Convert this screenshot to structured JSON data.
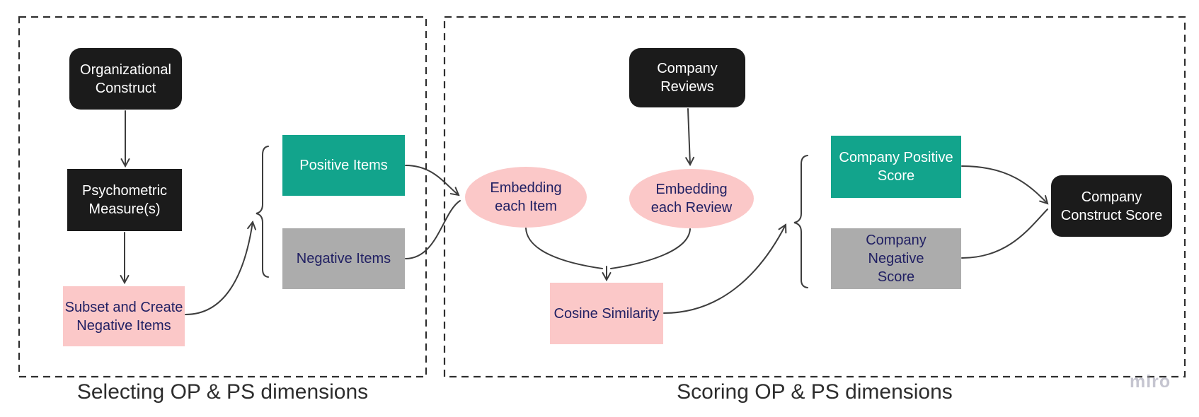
{
  "panels": [
    {
      "caption": "Selecting OP & PS dimensions"
    },
    {
      "caption": "Scoring OP & PS dimensions"
    }
  ],
  "nodes": {
    "organizational_construct": {
      "lines": [
        "Organizational",
        "Construct"
      ]
    },
    "psychometric_measures": {
      "lines": [
        "Psychometric",
        "Measure(s)"
      ]
    },
    "subset_create_negative": {
      "lines": [
        "Subset and Create",
        "Negative Items"
      ]
    },
    "positive_items": {
      "lines": [
        "Positive Items"
      ]
    },
    "negative_items": {
      "lines": [
        "Negative Items"
      ]
    },
    "embedding_each_item": {
      "lines": [
        "Embedding",
        "each Item"
      ]
    },
    "company_reviews": {
      "lines": [
        "Company",
        "Reviews"
      ]
    },
    "embedding_each_review": {
      "lines": [
        "Embedding",
        "each Review"
      ]
    },
    "cosine_similarity": {
      "lines": [
        "Cosine Similarity"
      ]
    },
    "company_positive_score": {
      "lines": [
        "Company Positive",
        "Score"
      ]
    },
    "company_negative_score": {
      "lines": [
        "Company",
        "Negative",
        "Score"
      ]
    },
    "company_construct_score": {
      "lines": [
        "Company",
        "Construct Score"
      ]
    }
  },
  "watermark": "miro",
  "colors": {
    "black": "#1b1b1b",
    "green": "#12a48c",
    "gray": "#acacac",
    "pink": "#fbc8c8",
    "navy": "#212063",
    "ink": "#2d2d2d",
    "arrow": "#3d3d3d",
    "border": "#2e2e2e",
    "watermark": "#c5c5d0"
  }
}
